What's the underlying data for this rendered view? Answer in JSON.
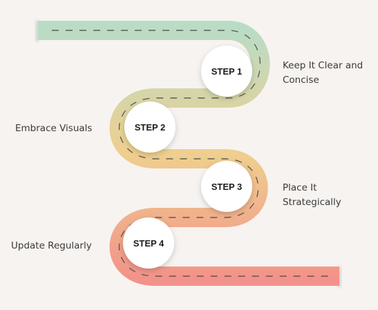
{
  "steps": [
    {
      "badge": "STEP 1",
      "label": "Keep It Clear and Concise"
    },
    {
      "badge": "STEP 2",
      "label": "Embrace Visuals"
    },
    {
      "badge": "STEP 3",
      "label": "Place It Strategically"
    },
    {
      "badge": "STEP 4",
      "label": "Update Regularly"
    }
  ],
  "colors": {
    "background": "#f7f3f0",
    "road_start": "#b9dcc6",
    "road_mid": "#efcf8e",
    "road_end": "#f2928a",
    "dash": "#4a4a4a",
    "circle": "#ffffff"
  }
}
